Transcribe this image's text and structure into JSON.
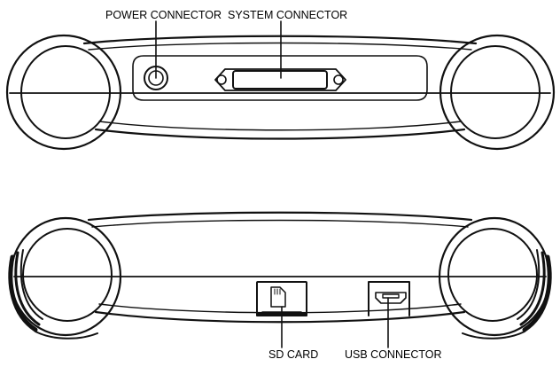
{
  "labels": {
    "power_connector": "POWER CONNECTOR",
    "system_connector": "SYSTEM CONNECTOR",
    "sd_card": "SD CARD",
    "usb_connector": "USB CONNECTOR"
  }
}
